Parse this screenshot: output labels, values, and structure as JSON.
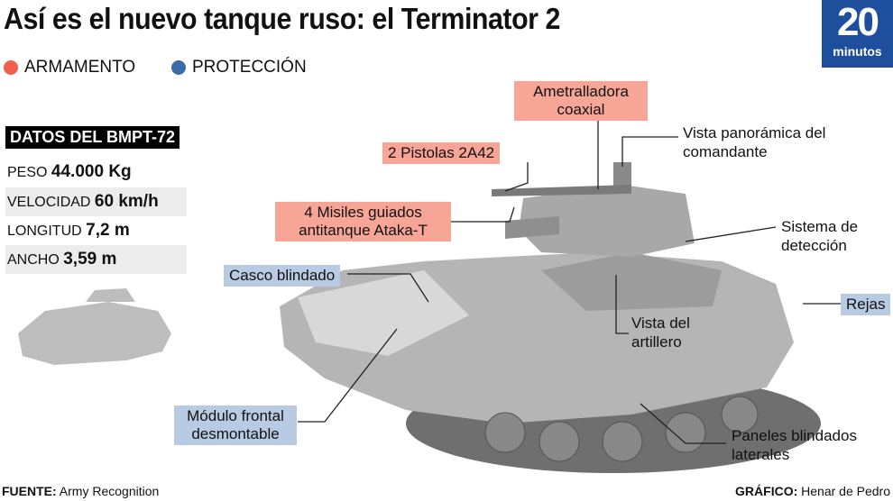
{
  "title": "Así es el nuevo tanque ruso: el Terminator 2",
  "logo": {
    "number": "20",
    "word": "minutos",
    "color": "#1e4f9c"
  },
  "legend": [
    {
      "label": "ARMAMENTO",
      "color": "#f0604a"
    },
    {
      "label": "PROTECCIÓN",
      "color": "#3d6aa8"
    }
  ],
  "stats": {
    "title": "DATOS DEL BMPT-72",
    "rows": [
      {
        "label": "PESO",
        "value": "44.000 Kg"
      },
      {
        "label": "VELOCIDAD",
        "value": "60 km/h"
      },
      {
        "label": "LONGITUD",
        "value": "7,2 m"
      },
      {
        "label": "ANCHO",
        "value": "3,59 m"
      }
    ]
  },
  "labels": {
    "ametralladora": "Ametralladora coaxial",
    "pistolas": "2 Pistolas 2A42",
    "misiles": "4 Misiles guiados antitanque Ataka-T",
    "casco": "Casco blindado",
    "modulo": "Módulo frontal desmontable",
    "vista_comandante": "Vista panorámica del comandante",
    "sistema": "Sistema de detección",
    "rejas": "Rejas",
    "vista_artillero": "Vista del artillero",
    "paneles": "Paneles blindados laterales"
  },
  "footer": {
    "source_label": "FUENTE:",
    "source": "Army Recognition",
    "credit_label": "GRÁFICO:",
    "credit": "Henar de Pedro"
  }
}
